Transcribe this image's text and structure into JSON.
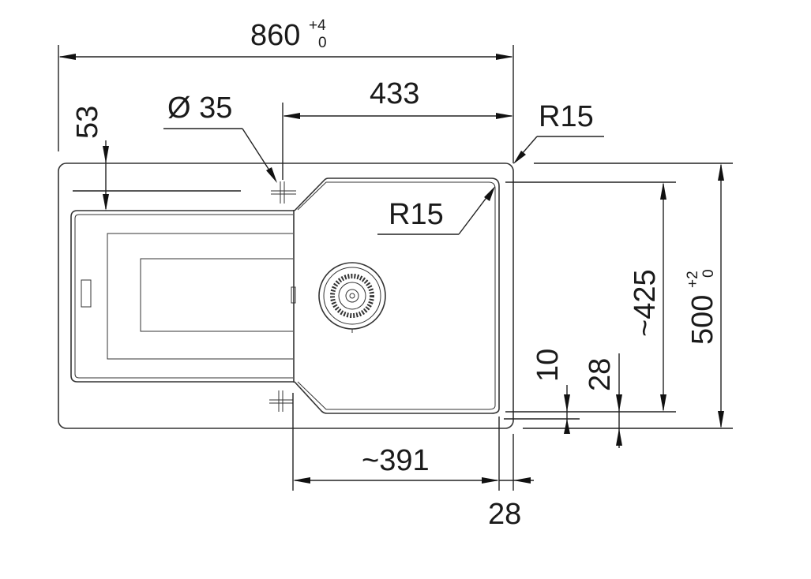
{
  "dimensions": {
    "overall_width": {
      "value": "860",
      "tol_upper": "+4",
      "tol_lower": "0"
    },
    "tap_hole": "Ø 35",
    "bowl_width": "433",
    "corner_radius_outer": "R15",
    "corner_radius_bowl": "R15",
    "top_offset": "53",
    "bowl_depth": "~425",
    "overall_depth": {
      "value": "500",
      "tol_upper": "+2",
      "tol_lower": "0"
    },
    "bottom_offset_10": "10",
    "bottom_offset_28": "28",
    "bowl_bottom_width": "~391",
    "right_offset_28": "28"
  }
}
